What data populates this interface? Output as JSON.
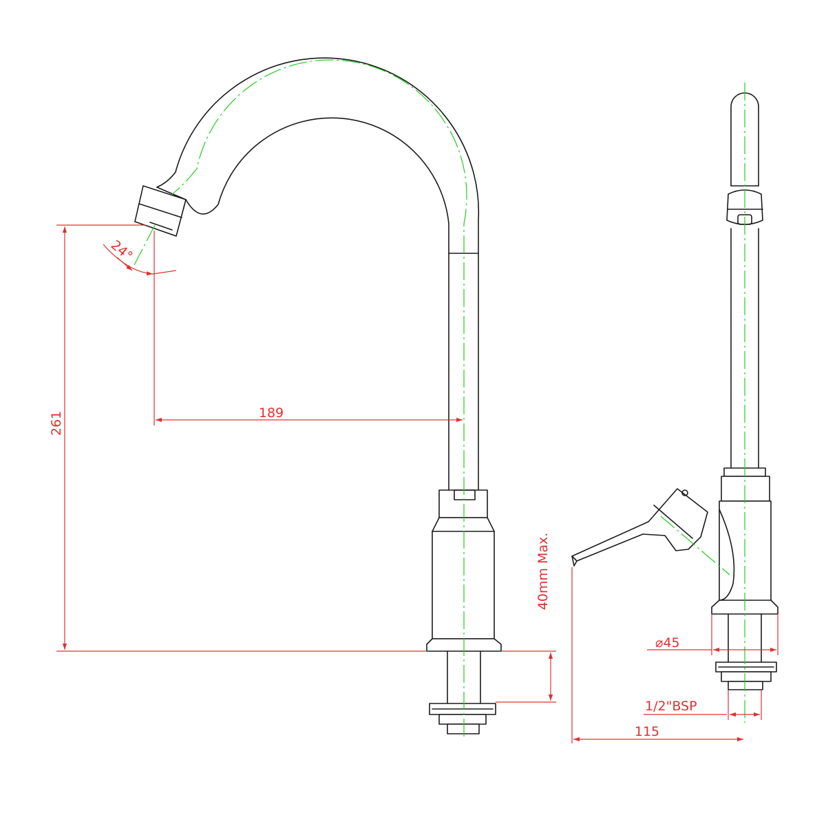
{
  "colors": {
    "outline": "#1a1a1a",
    "centerline": "#22cc22",
    "dimension": "#e03030",
    "background": "#ffffff"
  },
  "dimensions": {
    "height": "261",
    "reach": "189",
    "angle": "24°",
    "mounting": "40mm Max.",
    "base_diameter": "⌀45",
    "thread": "1/2\"BSP",
    "depth": "115"
  }
}
